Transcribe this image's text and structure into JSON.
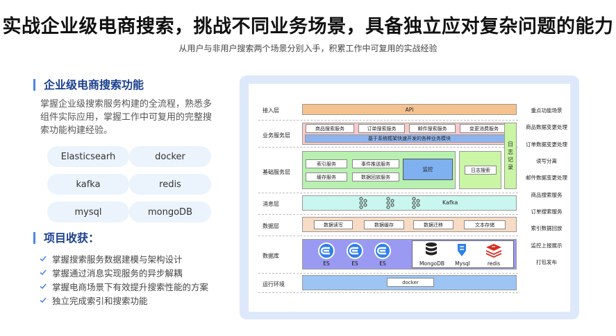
{
  "header": {
    "title": "实战企业级电商搜索，挑战不同业务场景，具备独立应对复杂问题的能力",
    "subtitle": "从用户与非用户搜索两个场景分别入手，积累工作中可复用的实战经验"
  },
  "features": {
    "title": "企业级电商搜索功能",
    "description": "掌握企业级搜索服务构建的全流程，熟悉多组件实际应用，掌握工作中可复用的完整搜索功能构建经验。",
    "tags": [
      "Elasticsearh",
      "docker",
      "kafka",
      "redis",
      "mysql",
      "mongoDB"
    ]
  },
  "gains": {
    "title": "项目收获：",
    "items": [
      "掌握搜索服务数据建模与架构设计",
      "掌握通过消息实现服务的异步解耦",
      "掌握电商场景下有效提升搜索性能的方案",
      "独立完成索引和搜索功能"
    ]
  },
  "diagram": {
    "layers": {
      "access": "接入层",
      "business": "业务服务层",
      "base": "基础服务层",
      "message": "消息层",
      "data": "数据层",
      "db": "数据库",
      "runtime": "运行环境"
    },
    "api": "API",
    "business_services": [
      "商品搜索服务",
      "订单搜索服务",
      "邮件搜索服务",
      "变更消费服务"
    ],
    "framework": "基于系统框架快速开发的各种业务模块",
    "base_services": [
      "索引服务",
      "事件推送服务",
      "缓存服务",
      "数据回放服务"
    ],
    "monitor": "监控",
    "log_search": "日志搜索",
    "log_record": "日志记录",
    "kafka": "Kafka",
    "data_ops": [
      "数据读写",
      "数据缓存",
      "数据迁移",
      "文本存储"
    ],
    "es_labels": [
      "ES",
      "ES",
      "ES"
    ],
    "db_labels": [
      "MongoDB",
      "Mysql",
      "redis"
    ],
    "runtime_item": "docker",
    "side_items": [
      "重点功能场景",
      "商品数据变更处理",
      "订单数据变更处理",
      "读写分离",
      "邮件数据变更处理",
      "商品搜索服务",
      "订单搜索服务",
      "索引数据回放",
      "监控上报展示",
      "打包发布"
    ]
  },
  "colors": {
    "accent": "#4c86e8",
    "heading": "#1a3f8f",
    "pill_bg": "#ebf3fd",
    "panel_bg": "#dde9fb",
    "api_orange": "#f4c28f",
    "business_pink": "#f8c9c9",
    "framework_blue": "#8db4ee",
    "base_green": "#b8f0b0",
    "monitor_blue": "#7fb0f0",
    "log_green": "#c9f5a5",
    "kafka_teal": "#c9f6ee",
    "data_tan": "#f7dbc5",
    "db_purple": "#9b9af2",
    "runtime_blue": "#9cc5f3",
    "es_icon_blue": "#2f80ed",
    "redis_red": "#d82c20"
  }
}
